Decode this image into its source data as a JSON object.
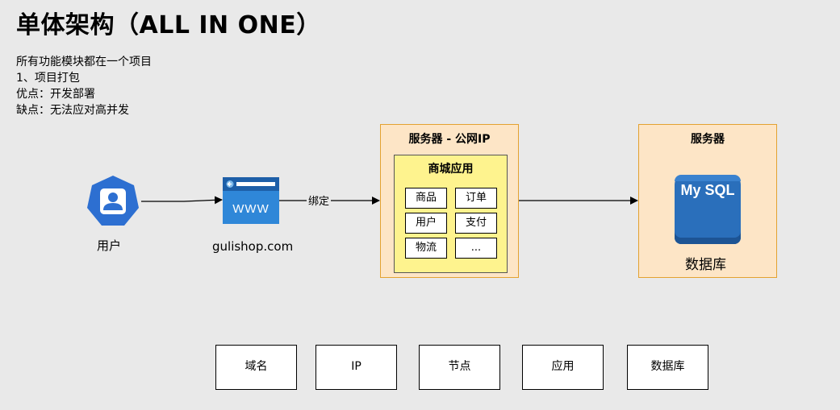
{
  "title": "单体架构（ALL IN ONE）",
  "notes": [
    "所有功能模块都在一个项目",
    "1、项目打包",
    "优点：开发部署",
    "缺点：无法应对高并发"
  ],
  "user": {
    "label": "用户",
    "icon": "user-icon"
  },
  "domain": {
    "label": "gulishop.com",
    "icon": "www-browser-icon"
  },
  "bind_label": "绑定",
  "app_server": {
    "title": "服务器 - 公网IP",
    "app_title": "商城应用",
    "modules": [
      "商品",
      "订单",
      "用户",
      "支付",
      "物流",
      "..."
    ]
  },
  "db_server": {
    "title": "服务器",
    "db_logo": "My SQL",
    "db_label": "数据库"
  },
  "legend": [
    "域名",
    "IP",
    "节点",
    "应用",
    "数据库"
  ],
  "colors": {
    "background": "#e9e9e9",
    "server_fill": "#fde5c6",
    "server_border": "#e3a231",
    "app_fill": "#fef38e",
    "accent_blue": "#2d6fd1"
  }
}
